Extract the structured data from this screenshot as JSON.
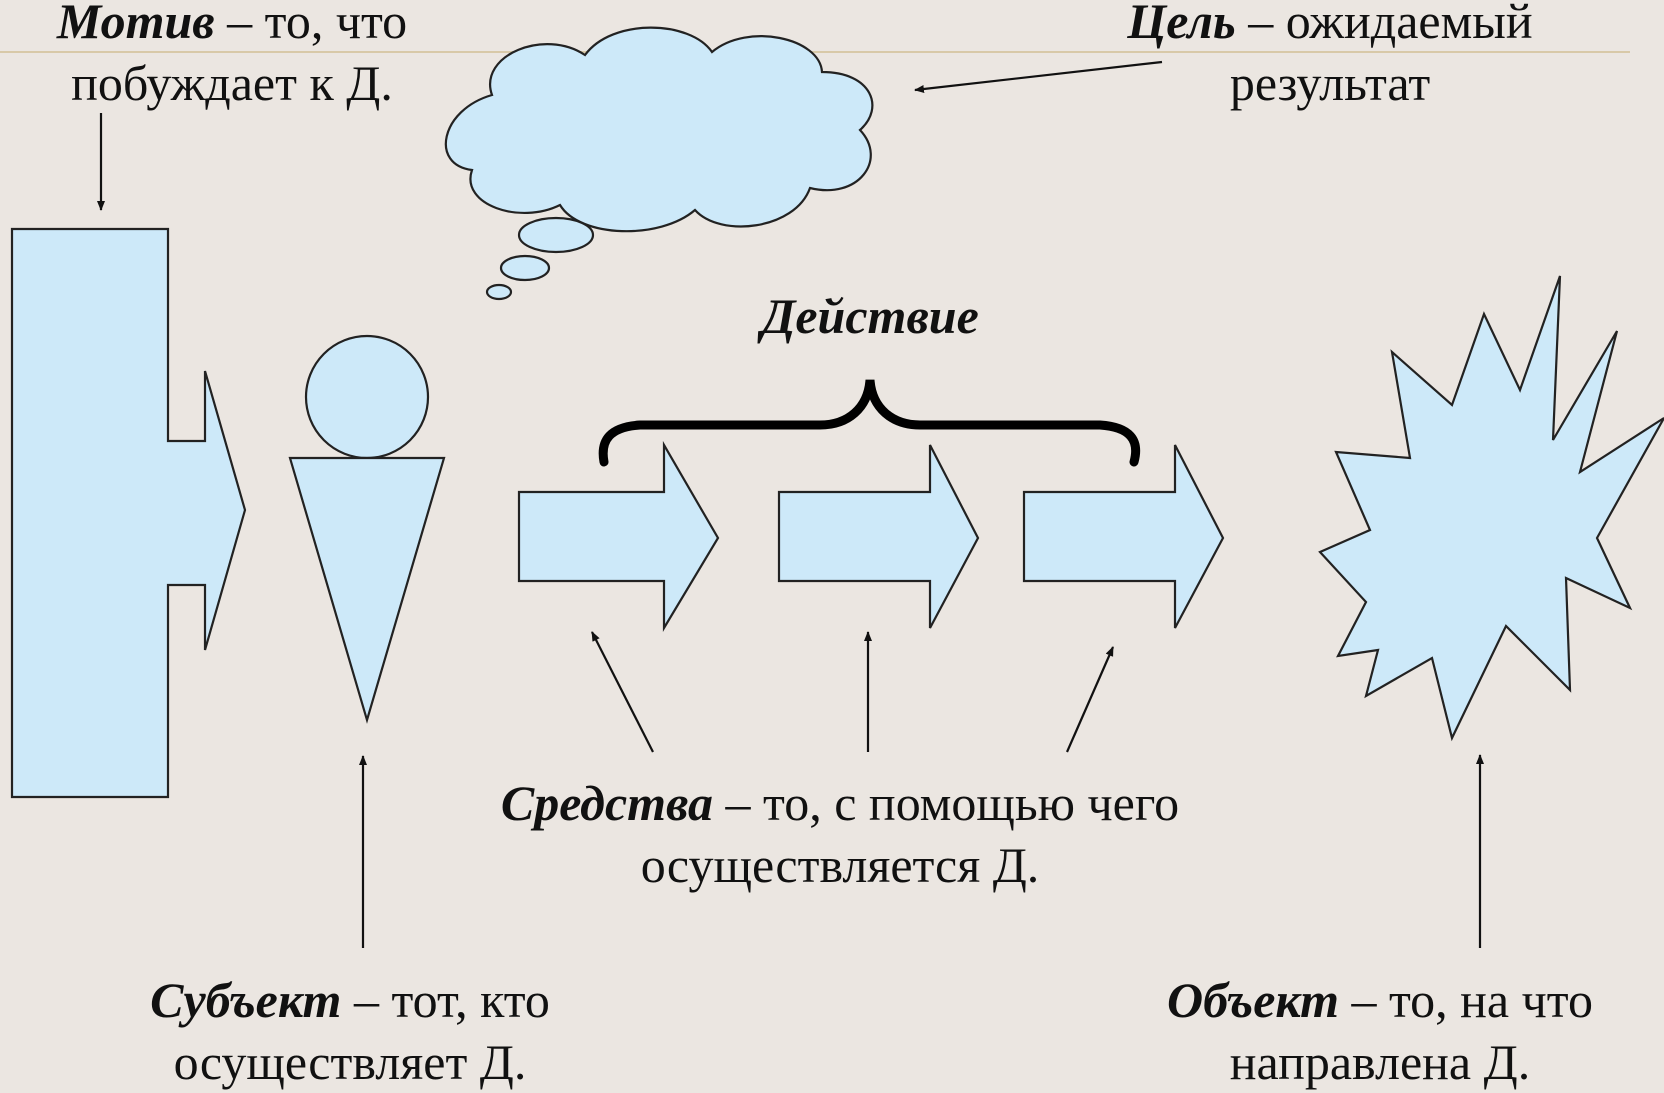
{
  "labels": {
    "motive": {
      "term": "Мотив",
      "rest": " – то, что",
      "line2": "побуждает к Д."
    },
    "goal": {
      "term": "Цель",
      "rest": " – ожидаемый",
      "line2": "результат"
    },
    "action": {
      "term": "Действие"
    },
    "means": {
      "term": "Средства",
      "rest": " – то, с помощью чего",
      "line2": "осуществляется Д."
    },
    "subject": {
      "term": "Субъект",
      "rest": " – тот, кто",
      "line2": "осуществляет Д."
    },
    "object": {
      "term": "Объект",
      "rest": " – то, на что",
      "line2": "направлена Д."
    }
  },
  "colors": {
    "background": "#ebe6e1",
    "shape_fill": "#cde9f9",
    "outline": "#222222",
    "header_rule": "#d8c9a8"
  },
  "icons": {
    "motive": "notched-block-arrow-icon",
    "goal": "thought-cloud-icon",
    "subject": "person-figure-icon",
    "means": "block-arrow-icon",
    "object": "explosion-burst-icon"
  }
}
